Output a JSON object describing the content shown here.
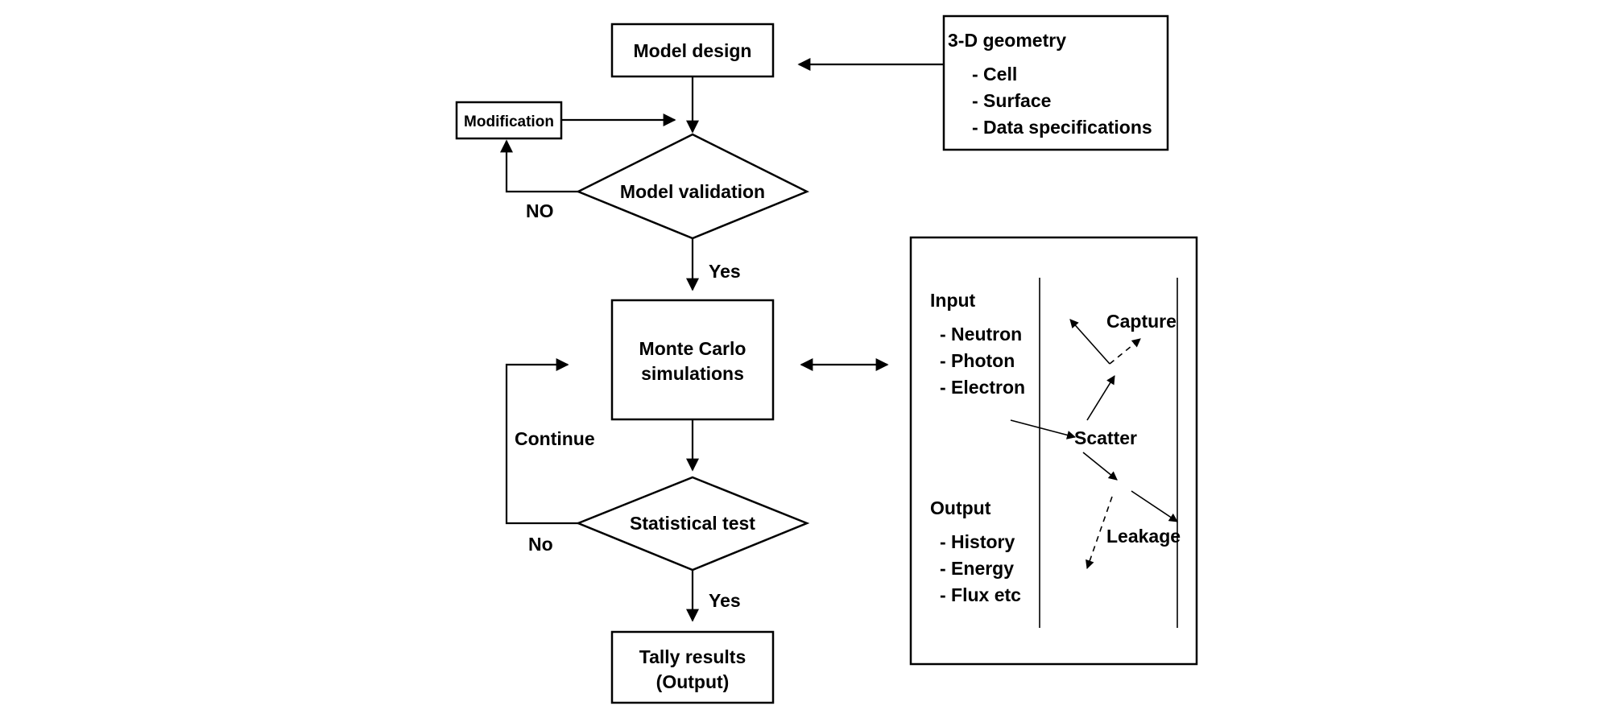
{
  "flowchart": {
    "model_design": "Model design",
    "geometry": {
      "title": "3-D geometry",
      "items": [
        "- Cell",
        "- Surface",
        "- Data specifications"
      ]
    },
    "modification": "Modification",
    "model_validation": "Model validation",
    "no_upper": "NO",
    "yes_upper": "Yes",
    "monte_carlo": [
      "Monte Carlo",
      "simulations"
    ],
    "continue": "Continue",
    "statistical_test": "Statistical test",
    "no_lower": "No",
    "yes_lower": "Yes",
    "tally": [
      "Tally results",
      "(Output)"
    ]
  },
  "particle_panel": {
    "input_title": "Input",
    "input_items": [
      "- Neutron",
      "- Photon",
      "- Electron"
    ],
    "output_title": "Output",
    "output_items": [
      "- History",
      "- Energy",
      "- Flux etc"
    ],
    "capture": "Capture",
    "scatter": "Scatter",
    "leakage": "Leakage"
  }
}
